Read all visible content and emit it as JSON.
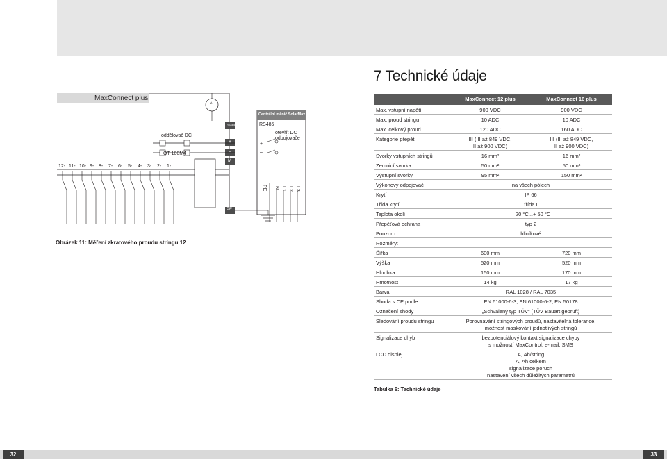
{
  "section_title": "7 Technické údaje",
  "diagram": {
    "box_title": "MaxConnect plus",
    "disconnector_label": "oddělovač DC",
    "fuse_label": "OT 160M4",
    "inverter_title": "Centrální měnič SolarMax",
    "rs485_label": "RS485",
    "open_label_line1": "otevřít DC",
    "open_label_line2": "odpojovače",
    "rs485_small": "RS485",
    "plus": "+",
    "minus": "–",
    "m": "M",
    "pe": "PE",
    "meter": "A",
    "string_labels": [
      "12-",
      "11-",
      "10-",
      "9-",
      "8-",
      "7-",
      "6-",
      "5-",
      "4-",
      "3-",
      "2-",
      "1-"
    ],
    "mains_labels": [
      "PE",
      "N",
      "L1",
      "L2",
      "L3"
    ]
  },
  "figure_caption": "Obrázek 11: Měření zkratového proudu stringu 12",
  "table": {
    "headers": [
      "",
      "MaxConnect 12 plus",
      "MaxConnect 16 plus"
    ],
    "rows": [
      {
        "label": "Max. vstupní napětí",
        "v12": "900 VDC",
        "v16": "900 VDC"
      },
      {
        "label": "Max. proud stringu",
        "v12": "10 ADC",
        "v16": "10 ADC"
      },
      {
        "label": "Max. celkový proud",
        "v12": "120 ADC",
        "v16": "160 ADC"
      },
      {
        "label": "Kategorie přepětí",
        "v12": "III (III až 849 VDC,\nII až 900 VDC)",
        "v16": "III (III až 849 VDC,\nII až 900 VDC)"
      },
      {
        "label": "Svorky vstupních stringů",
        "v12": "16 mm²",
        "v16": "16 mm²"
      },
      {
        "label": "Zemnicí svorka",
        "v12": "50 mm²",
        "v16": "50 mm²"
      },
      {
        "label": "Výstupní svorky",
        "v12": "95 mm²",
        "v16": "150 mm²"
      },
      {
        "label": "Výkonový odpojovač",
        "span": "na všech pólech"
      },
      {
        "label": "Krytí",
        "span": "IP 66"
      },
      {
        "label": "Třída krytí",
        "span": "třída I"
      },
      {
        "label": "Teplota okolí",
        "span": "– 20 °C...+ 50 °C"
      },
      {
        "label": "Přepěťová ochrana",
        "span": "typ 2"
      },
      {
        "label": "Pouzdro",
        "span": "hliníkové"
      },
      {
        "label": "Rozměry:",
        "span": ""
      },
      {
        "label": "Šířka",
        "v12": "600 mm",
        "v16": "720 mm"
      },
      {
        "label": "Výška",
        "v12": "520 mm",
        "v16": "520 mm"
      },
      {
        "label": "Hloubka",
        "v12": "150 mm",
        "v16": "170 mm"
      },
      {
        "label": "Hmotnost",
        "v12": "14 kg",
        "v16": "17 kg"
      },
      {
        "label": "Barva",
        "span": "RAL 1028 / RAL 7035"
      },
      {
        "label": "Shoda s CE podle",
        "span": "EN 61000-6-3, EN 61000-6-2, EN 50178"
      },
      {
        "label": "Označení shody",
        "span": "„Schválený typ TÜV“ (TÜV Bauart geprüft)"
      },
      {
        "label": "Sledování proudu stringu",
        "span": "Porovnávání stringových proudů, nastavitelná tolerance,\nmožnost maskování jednotlivých stringů"
      },
      {
        "label": "Signalizace chyb",
        "span": "bezpotenciálový kontakt signalizace chyby\ns možností MaxControl: e-mail, SMS"
      },
      {
        "label": "LCD displej",
        "span": "A, Ah/string\nA, Ah celkem\nsignalizace poruch\nnastavení všech důležitých parametrů"
      }
    ]
  },
  "table_caption": "Tabulka 6: Technické údaje",
  "page_left": "32",
  "page_right": "33",
  "colors": {
    "header_bg": "#595959",
    "top_band": "#e6e6e6",
    "footer_band": "#d9d9d9",
    "page_badge": "#3d3d3d",
    "inverter_header": "#808080"
  }
}
